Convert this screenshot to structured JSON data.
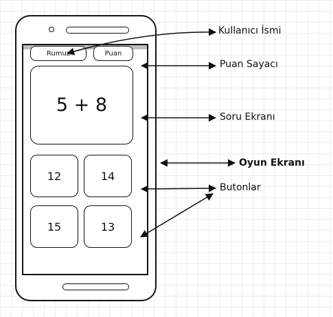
{
  "phone": {
    "score_pill_label": "Puan",
    "nickname_pill_label": "Rumuz",
    "question_text": "5 + 8",
    "answers": [
      "12",
      "14",
      "15",
      "13"
    ]
  },
  "annotations": {
    "user_name": "Kullanıcı İsmi",
    "score_counter": "Puan Sayacı",
    "question_screen": "Soru Ekranı",
    "game_screen": "Oyun Ekranı",
    "buttons": "Butonlar"
  },
  "colors": {
    "ink": "#111111",
    "status_bar": "#bdbdbd",
    "grid": "#ececec"
  }
}
